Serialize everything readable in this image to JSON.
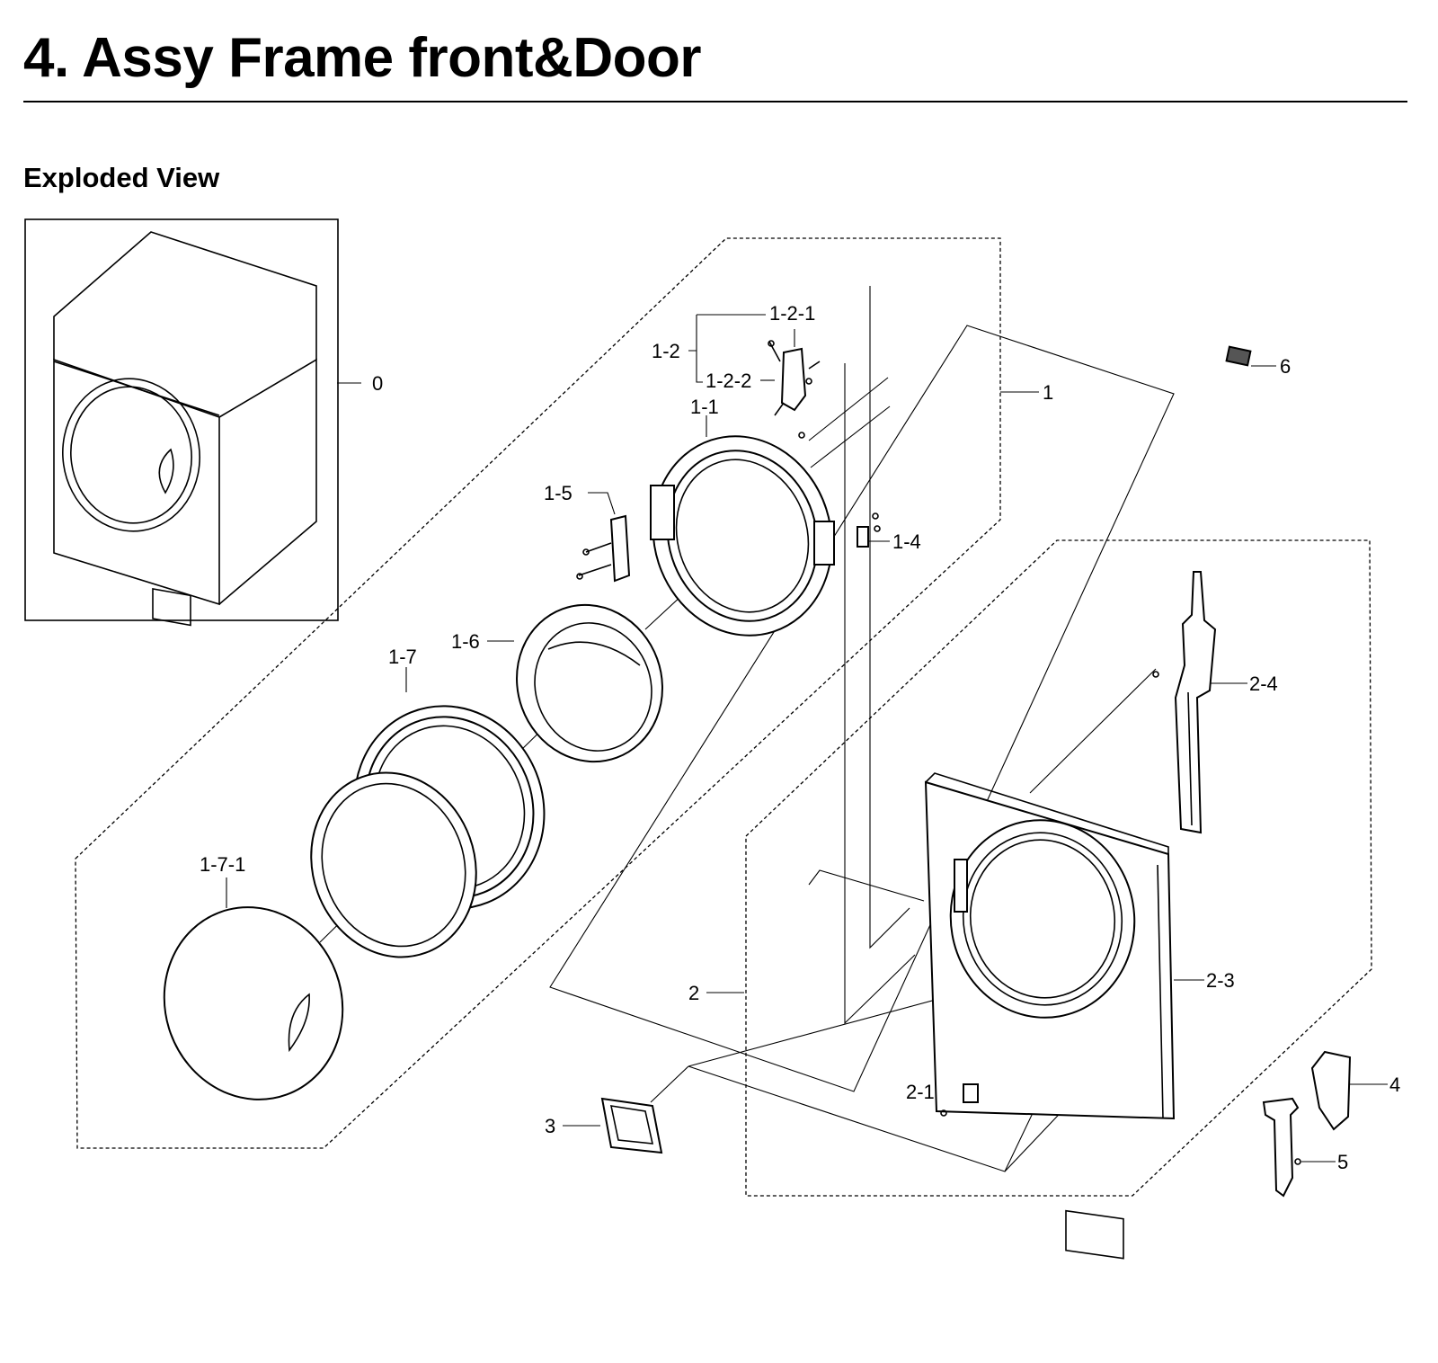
{
  "header": {
    "title": "4.  Assy Frame front&Door",
    "section": "Exploded View"
  },
  "callouts": {
    "c0": "0",
    "c1": "1",
    "c1_1": "1-1",
    "c1_2": "1-2",
    "c1_2_1": "1-2-1",
    "c1_2_2": "1-2-2",
    "c1_4": "1-4",
    "c1_5": "1-5",
    "c1_6": "1-6",
    "c1_7": "1-7",
    "c1_7_1": "1-7-1",
    "c2": "2",
    "c2_1": "2-1",
    "c2_3": "2-3",
    "c2_4": "2-4",
    "c3": "3",
    "c4": "4",
    "c5": "5",
    "c6": "6"
  }
}
